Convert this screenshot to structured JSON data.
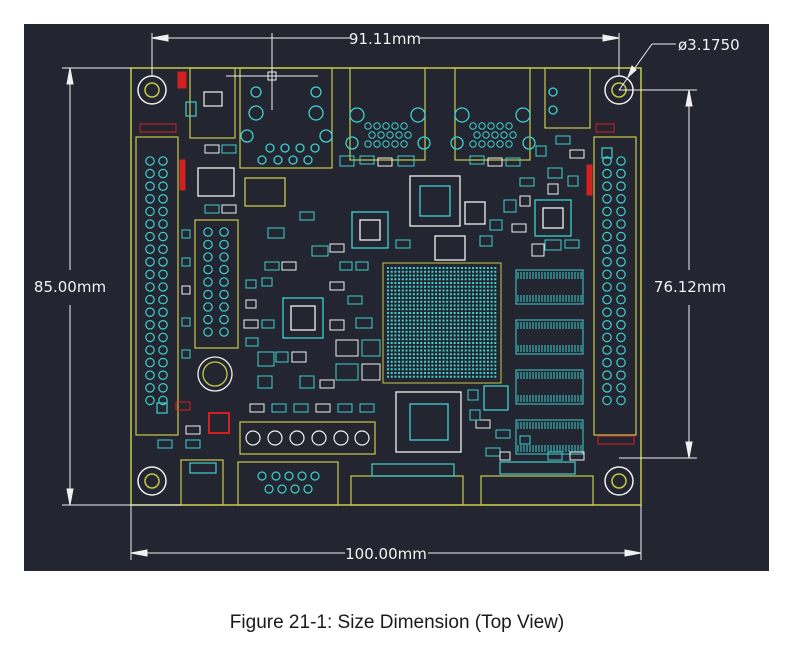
{
  "figure": {
    "caption": "Figure 21-1: Size Dimension (Top View)",
    "background_color": "#232630",
    "board_outline_color": "#c8c84a",
    "copper_color": "#3fd0d0",
    "marking_color": "#d02020",
    "dimension_color": "#f0f0f0"
  },
  "dimensions": {
    "hole_spacing_x": "91.11mm",
    "hole_diameter": "ø3.1750",
    "board_height": "85.00mm",
    "hole_spacing_y": "76.12mm",
    "board_width": "100.00mm"
  }
}
